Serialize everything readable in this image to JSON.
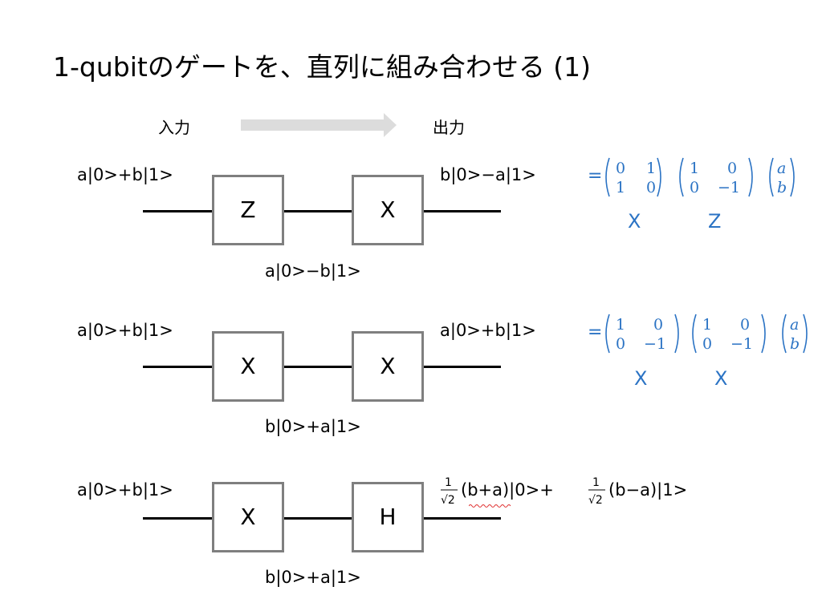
{
  "title": "1-qubitのゲートを、直列に組み合わせる (1)",
  "header": {
    "input_label": "入力",
    "output_label": "出力"
  },
  "rows": [
    {
      "input_state": "a|0>+b|1>",
      "gates": [
        "Z",
        "X"
      ],
      "middle_state": "a|0>−b|1>",
      "output_state": "b|0>−a|1>",
      "equation": {
        "equals": "=",
        "matrix1": [
          [
            "0",
            "1"
          ],
          [
            "1",
            "0"
          ]
        ],
        "matrix2": [
          [
            "1",
            "0"
          ],
          [
            "0",
            "−1"
          ]
        ],
        "vector": [
          "a",
          "b"
        ],
        "labels": [
          "X",
          "Z"
        ]
      }
    },
    {
      "input_state": "a|0>+b|1>",
      "gates": [
        "X",
        "X"
      ],
      "middle_state": "b|0>+a|1>",
      "output_state": "a|0>+b|1>",
      "equation": {
        "equals": "=",
        "matrix1": [
          [
            "1",
            "0"
          ],
          [
            "0",
            "−1"
          ]
        ],
        "matrix2": [
          [
            "1",
            "0"
          ],
          [
            "0",
            "−1"
          ]
        ],
        "vector": [
          "a",
          "b"
        ],
        "labels": [
          "X",
          "X"
        ]
      }
    },
    {
      "input_state": "a|0>+b|1>",
      "gates": [
        "X",
        "H"
      ],
      "middle_state": "b|0>+a|1>",
      "output": {
        "frac_num": "1",
        "frac_den": "√2",
        "term1": "(b+a)|0>+",
        "term2": "(b−a)|1>"
      }
    }
  ],
  "colors": {
    "accent": "#2b73c4",
    "gate_border": "#7f7f7f",
    "arrow": "#dcdcdc",
    "squiggle": "#e03030"
  }
}
